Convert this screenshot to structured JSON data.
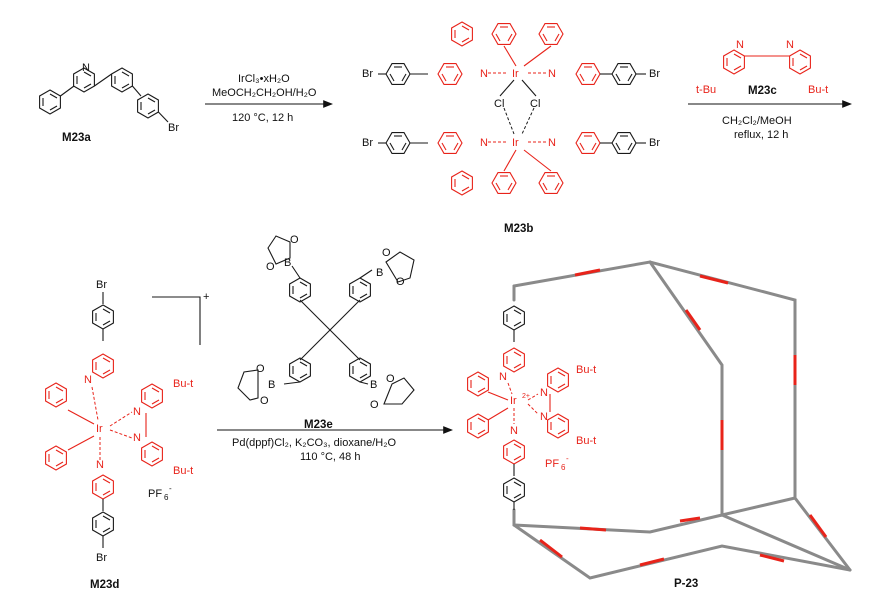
{
  "compounds": {
    "m23a": "M23a",
    "m23b": "M23b",
    "m23c": "M23c",
    "m23d": "M23d",
    "m23e": "M23e",
    "p23": "P-23"
  },
  "atoms": {
    "br": "Br",
    "n": "N",
    "ir": "Ir",
    "cl": "Cl",
    "b": "B",
    "o": "O",
    "tbu_left": "t-Bu",
    "tbu_right": "Bu-t",
    "ir_charge": "Ir",
    "ir_sup": "2+",
    "pf6": "PF",
    "pf6_sub": "6",
    "pf6_sup": "-",
    "plus": "+"
  },
  "conditions": {
    "step1_line1": "IrCl₃•xH₂O",
    "step1_line2": "MeOCH₂CH₂OH/H₂O",
    "step1_line3": "120 °C, 12 h",
    "step2_line1": "CH₂Cl₂/MeOH",
    "step2_line2": "reflux, 12 h",
    "step3_line1": "Pd(dppf)Cl₂, K₂CO₃, dioxane/H₂O",
    "step3_line2": "110 °C, 48 h"
  },
  "colors": {
    "ligand_red": "#e8231a",
    "bond_black": "#1a1a1a",
    "cage_gray": "#8a8a8a"
  }
}
